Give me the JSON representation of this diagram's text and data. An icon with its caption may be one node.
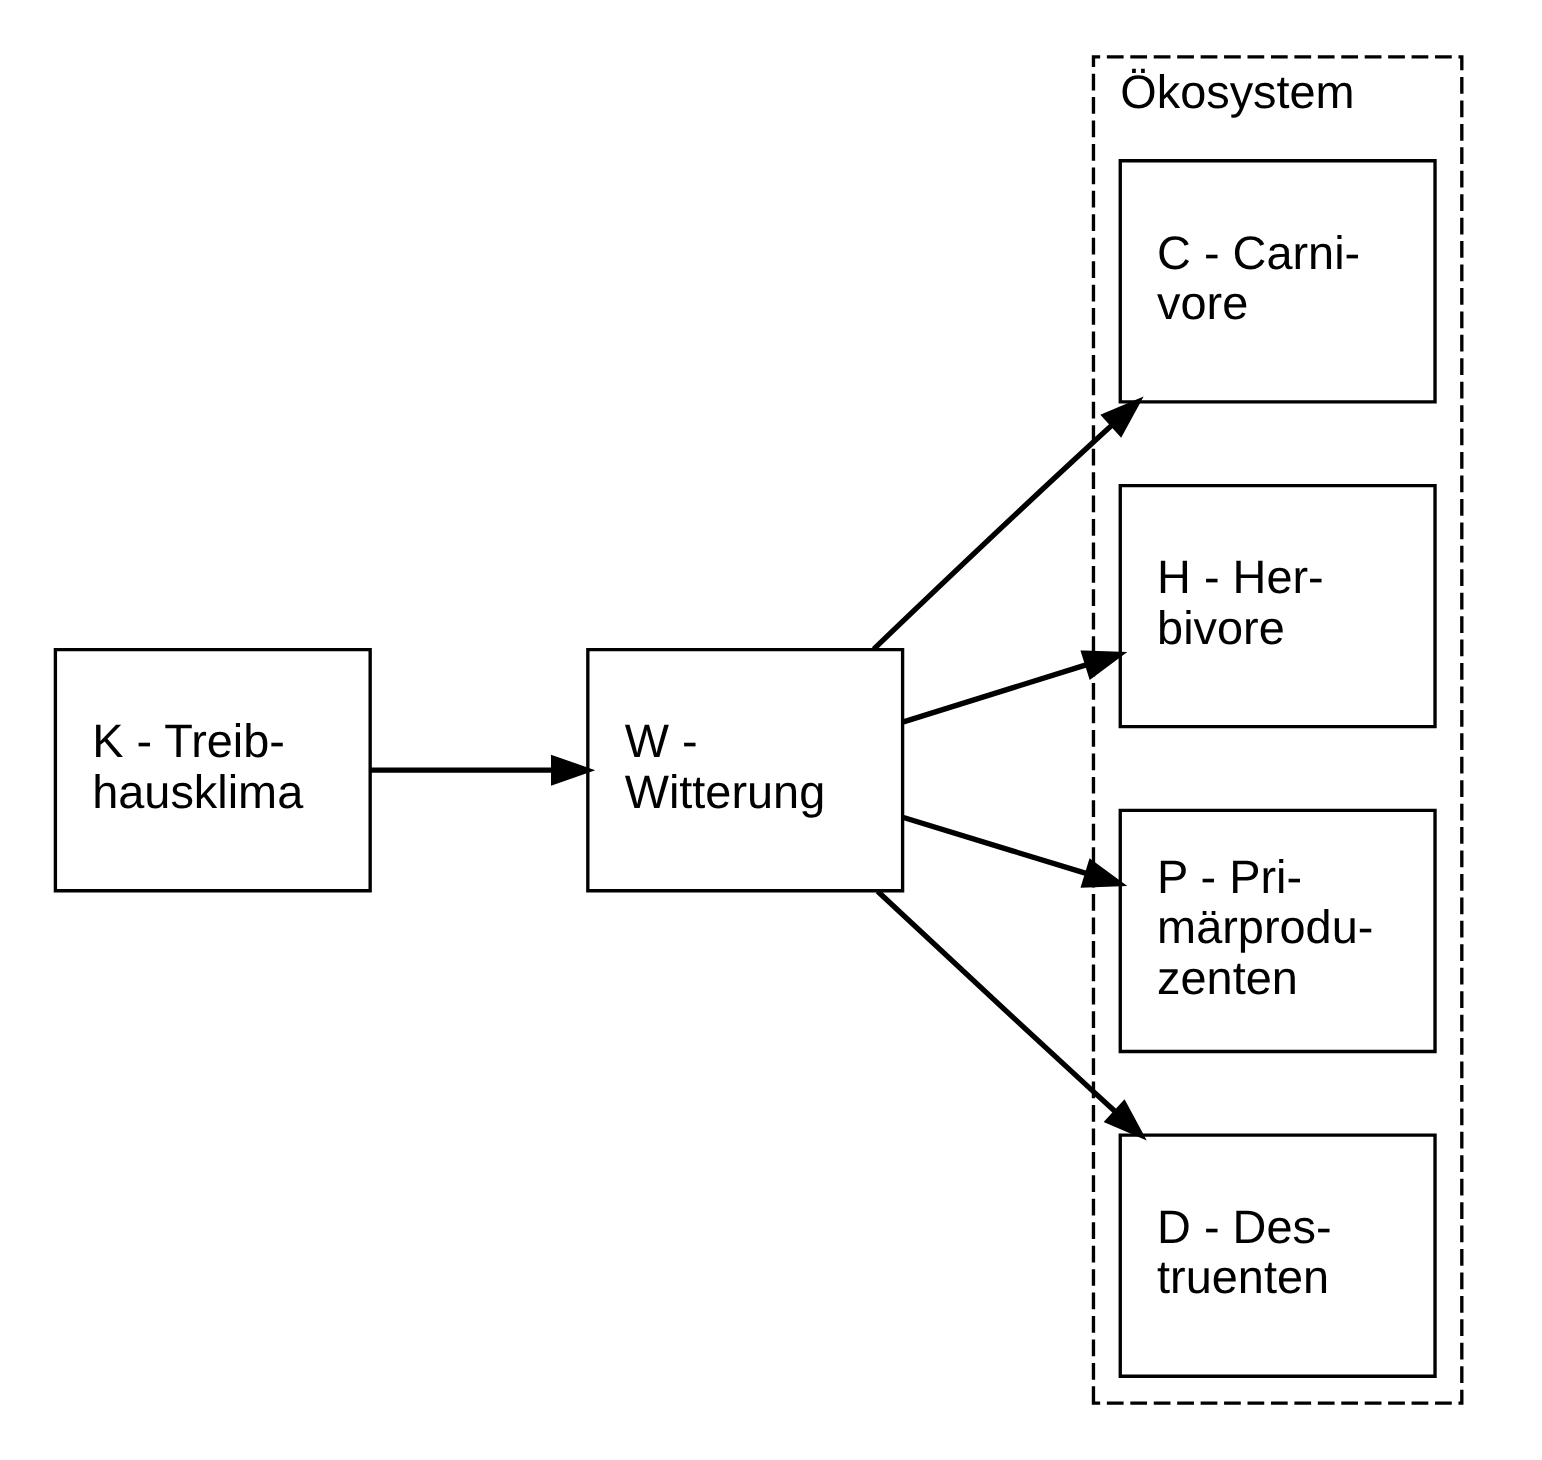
{
  "diagram": {
    "nodes": [
      {
        "text": [
          "Ökosystem"
        ]
      },
      {
        "text": [
          "K - Treib- hausklima"
        ]
      },
      {
        "text": [
          "W - Witterung"
        ]
      },
      {
        "text": [
          "C - Carni- vore"
        ],
        "in": 0
      },
      {
        "text": [
          "H - Her- bivore"
        ],
        "in": 0
      },
      {
        "text": [
          "P - Pri- märprodu- zenten"
        ],
        "in": 0
      },
      {
        "text": [
          "D - Des- truenten"
        ],
        "in": 0
      }
    ],
    "edges": [
      {
        "from": 1,
        "to": 2,
        "arrow": "to"
      },
      {
        "from": 2,
        "to": 3,
        "arrow": "to"
      },
      {
        "from": 2,
        "to": 4,
        "arrow": "to"
      },
      {
        "from": 2,
        "to": 5,
        "arrow": "to"
      },
      {
        "from": 2,
        "to": 6,
        "arrow": "to"
      }
    ]
  }
}
